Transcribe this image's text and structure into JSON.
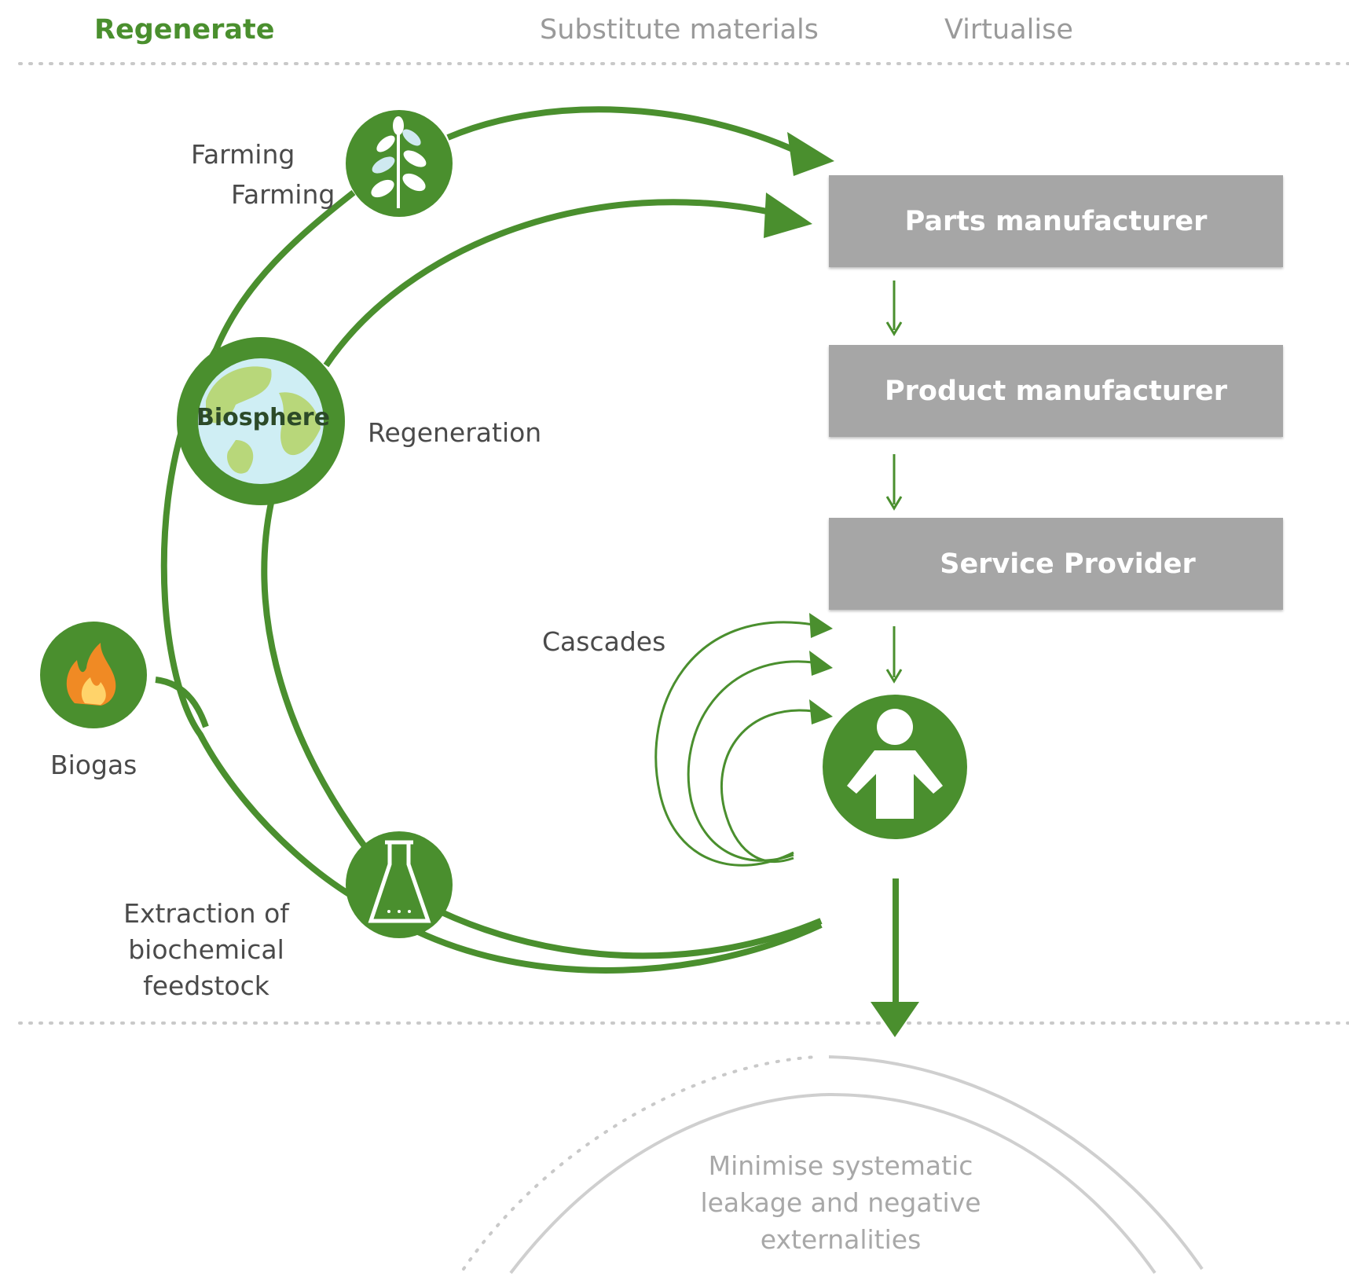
{
  "tabs": [
    {
      "label": "Regenerate",
      "active": true
    },
    {
      "label": "Substitute materials",
      "active": false
    },
    {
      "label": "Virtualise",
      "active": false
    }
  ],
  "labels": {
    "farming_outer": "Farming",
    "farming_inner": "Farming",
    "biosphere": "Biosphere",
    "regeneration": "Regeneration",
    "cascades": "Cascades",
    "biogas": "Biogas",
    "extraction": [
      "Extraction of",
      "biochemical",
      "feedstock"
    ]
  },
  "boxes": {
    "parts": "Parts manufacturer",
    "product": "Product manufacturer",
    "service": "Service Provider"
  },
  "footer": [
    "Minimise systematic",
    "leakage and negative",
    "externalities"
  ],
  "icons": {
    "farming": "plant-icon",
    "biosphere": "globe-icon",
    "biogas": "flame-icon",
    "extraction": "flask-icon",
    "consumer": "person-icon"
  },
  "colors": {
    "green": "#4a8f2e",
    "box_gray": "#a6a6a6",
    "active_tab": "#4a8f2e",
    "inactive_tab": "#9a9a9a"
  }
}
